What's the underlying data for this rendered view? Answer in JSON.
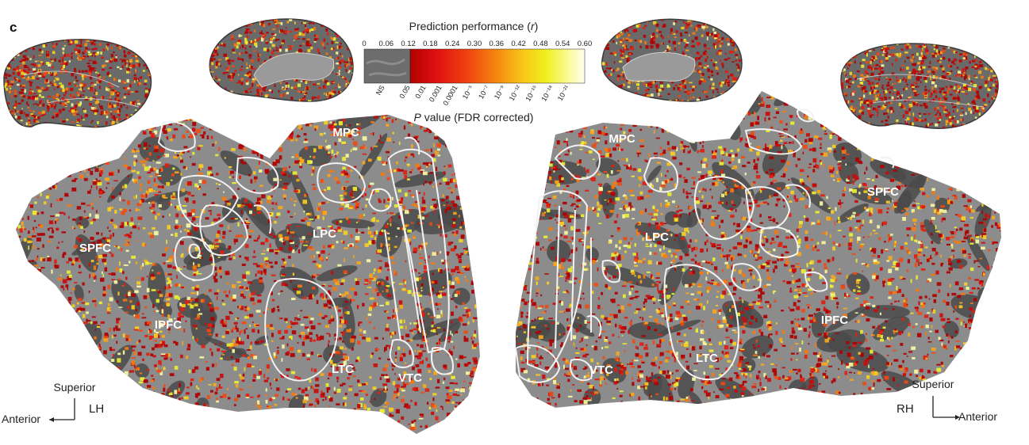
{
  "panel_letter": "c",
  "colorbar": {
    "title_prefix": "Prediction performance (",
    "title_var": "r",
    "title_suffix": ")",
    "r_ticks": [
      "0",
      "0.06",
      "0.12",
      "0.18",
      "0.24",
      "0.30",
      "0.36",
      "0.42",
      "0.48",
      "0.54",
      "0.60"
    ],
    "p_ticks": [
      "NS",
      "0.05",
      "0.01",
      "0.001",
      "0.0001",
      "10⁻⁵",
      "10⁻⁷",
      "10⁻⁹",
      "10⁻¹²",
      "10⁻¹⁵",
      "10⁻¹⁸",
      "10⁻²¹"
    ],
    "p_caption_var": "P",
    "p_caption_rest": " value (FDR corrected)",
    "ns_color": "#6d6d6d",
    "gradient": [
      "#b00000",
      "#e01010",
      "#f04010",
      "#f58a10",
      "#f8c818",
      "#f0f020",
      "#fafa90",
      "#fffff0"
    ]
  },
  "regions_left": [
    "MPC",
    "LPC",
    "SPFC",
    "IPFC",
    "LTC",
    "VTC"
  ],
  "regions_right": [
    "MPC",
    "LPC",
    "SPFC",
    "IPFC",
    "LTC",
    "VTC"
  ],
  "hemispheres": {
    "left": "LH",
    "right": "RH"
  },
  "orientation_left": {
    "up": "Superior",
    "side": "Anterior"
  },
  "orientation_right": {
    "up": "Superior",
    "side": "Anterior"
  },
  "colors": {
    "cortex_light": "#8c8c8c",
    "cortex_dark": "#4a4a4a",
    "outline": "#f2f2f2"
  }
}
